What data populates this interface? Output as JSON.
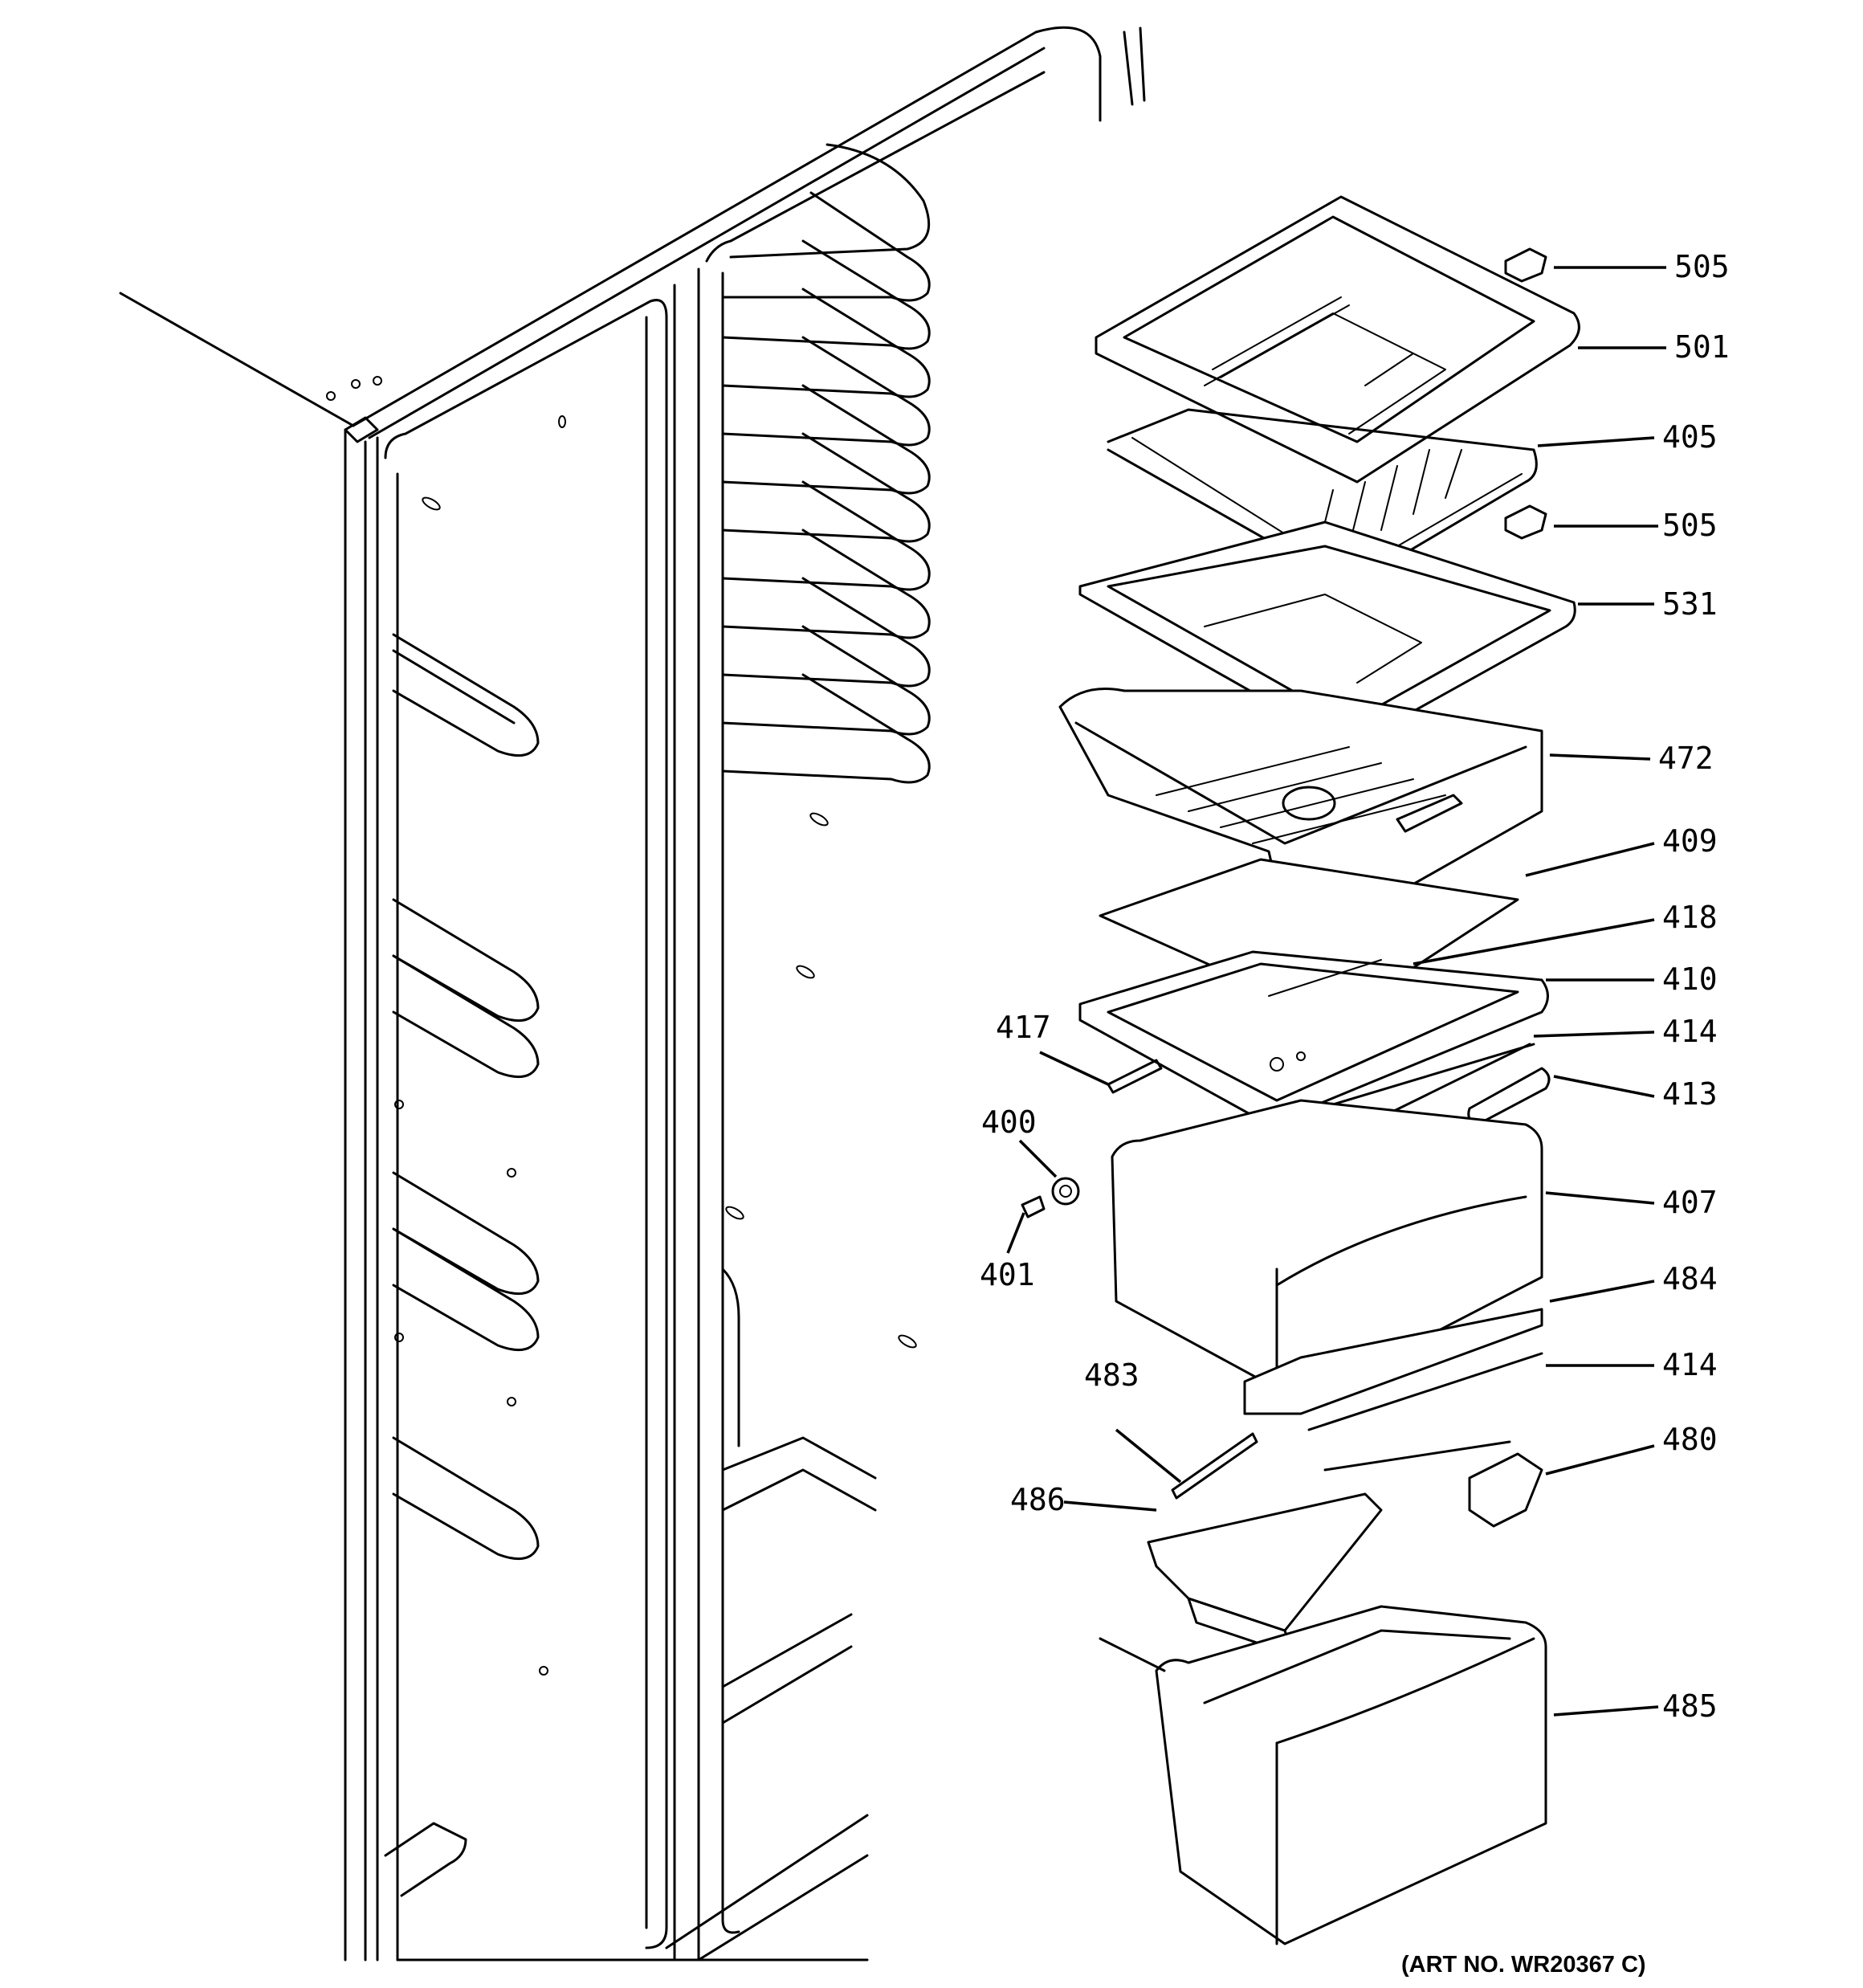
{
  "art_number": "(ART NO. WR20367 C)",
  "callouts": [
    {
      "id": "c505a",
      "label": "505"
    },
    {
      "id": "c501",
      "label": "501"
    },
    {
      "id": "c405",
      "label": "405"
    },
    {
      "id": "c505b",
      "label": "505"
    },
    {
      "id": "c531",
      "label": "531"
    },
    {
      "id": "c472",
      "label": "472"
    },
    {
      "id": "c409",
      "label": "409"
    },
    {
      "id": "c418",
      "label": "418"
    },
    {
      "id": "c410",
      "label": "410"
    },
    {
      "id": "c414a",
      "label": "414"
    },
    {
      "id": "c413",
      "label": "413"
    },
    {
      "id": "c407",
      "label": "407"
    },
    {
      "id": "c484",
      "label": "484"
    },
    {
      "id": "c414b",
      "label": "414"
    },
    {
      "id": "c480",
      "label": "480"
    },
    {
      "id": "c485",
      "label": "485"
    },
    {
      "id": "c417",
      "label": "417"
    },
    {
      "id": "c400",
      "label": "400"
    },
    {
      "id": "c401",
      "label": "401"
    },
    {
      "id": "c483",
      "label": "483"
    },
    {
      "id": "c486",
      "label": "486"
    }
  ]
}
